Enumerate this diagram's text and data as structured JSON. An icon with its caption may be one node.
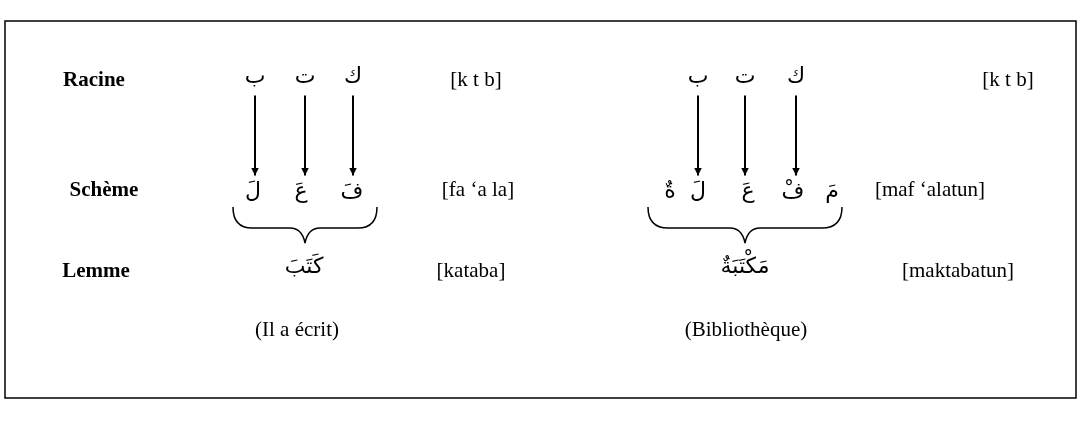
{
  "diagram": {
    "nodes": [
      {
        "text": [
          "ب"
        ]
      },
      {
        "text": [
          "ت"
        ]
      },
      {
        "text": [
          "ك"
        ]
      },
      {
        "text": [
          "ب"
        ]
      },
      {
        "text": [
          "ت"
        ]
      },
      {
        "text": [
          "ك"
        ]
      },
      {
        "text": [
          "لَ"
        ]
      },
      {
        "text": [
          "عَ"
        ]
      },
      {
        "text": [
          "فَ"
        ]
      },
      {
        "text": [
          "ةٌ"
        ]
      },
      {
        "text": [
          "لَ"
        ]
      },
      {
        "text": [
          "عَ"
        ]
      },
      {
        "text": [
          "فْ"
        ]
      },
      {
        "text": [
          "مَ"
        ]
      }
    ],
    "edges": [
      {
        "from": 0,
        "to": 6,
        "arrow": "to"
      },
      {
        "from": 1,
        "to": 7,
        "arrow": "to"
      },
      {
        "from": 2,
        "to": 8,
        "arrow": "to"
      },
      {
        "from": 3,
        "to": 10,
        "arrow": "to"
      },
      {
        "from": 4,
        "to": 11,
        "arrow": "to"
      },
      {
        "from": 5,
        "to": 12,
        "arrow": "to"
      }
    ],
    "labels": [
      "Racine",
      "[k t b]",
      "[k t b]",
      "Schème",
      "[fa ‘a la]",
      "[maf ‘alatun]",
      "Lemme",
      "كَتَبَ",
      "[kataba]",
      "مَكْتَبَةٌ",
      "[maktabatun]",
      "(Il a écrit)",
      "(Bibliothèque)"
    ]
  }
}
